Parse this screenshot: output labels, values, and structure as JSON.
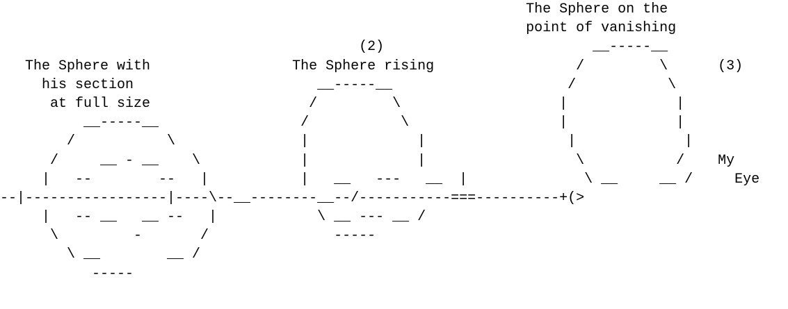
{
  "diagram": {
    "lines": [
      "                                                               The Sphere on the",
      "                                                               point of vanishing",
      "                                           (2)                         __-----__",
      "   The Sphere with                 The Sphere rising                 /         \\      (3)",
      "     his section                      __-----__                     /           \\",
      "      at full size                   /         \\                   |             |",
      "          __-----__                 /           \\                  |             |",
      "        /           \\               |             |                 |             |",
      "      /     __ - __    \\            |             |                  \\           /    My",
      "     |   --        --   |           |   __   ---   __  |              \\ __     __ /     Eye",
      "--|-----------------|----\\--__--------__--/-----------===----------+(>",
      "     |   -- __   __ --   |            \\ __ --- __ /",
      "      \\         -       /               -----",
      "        \\ __        __ /",
      "           -----"
    ]
  }
}
